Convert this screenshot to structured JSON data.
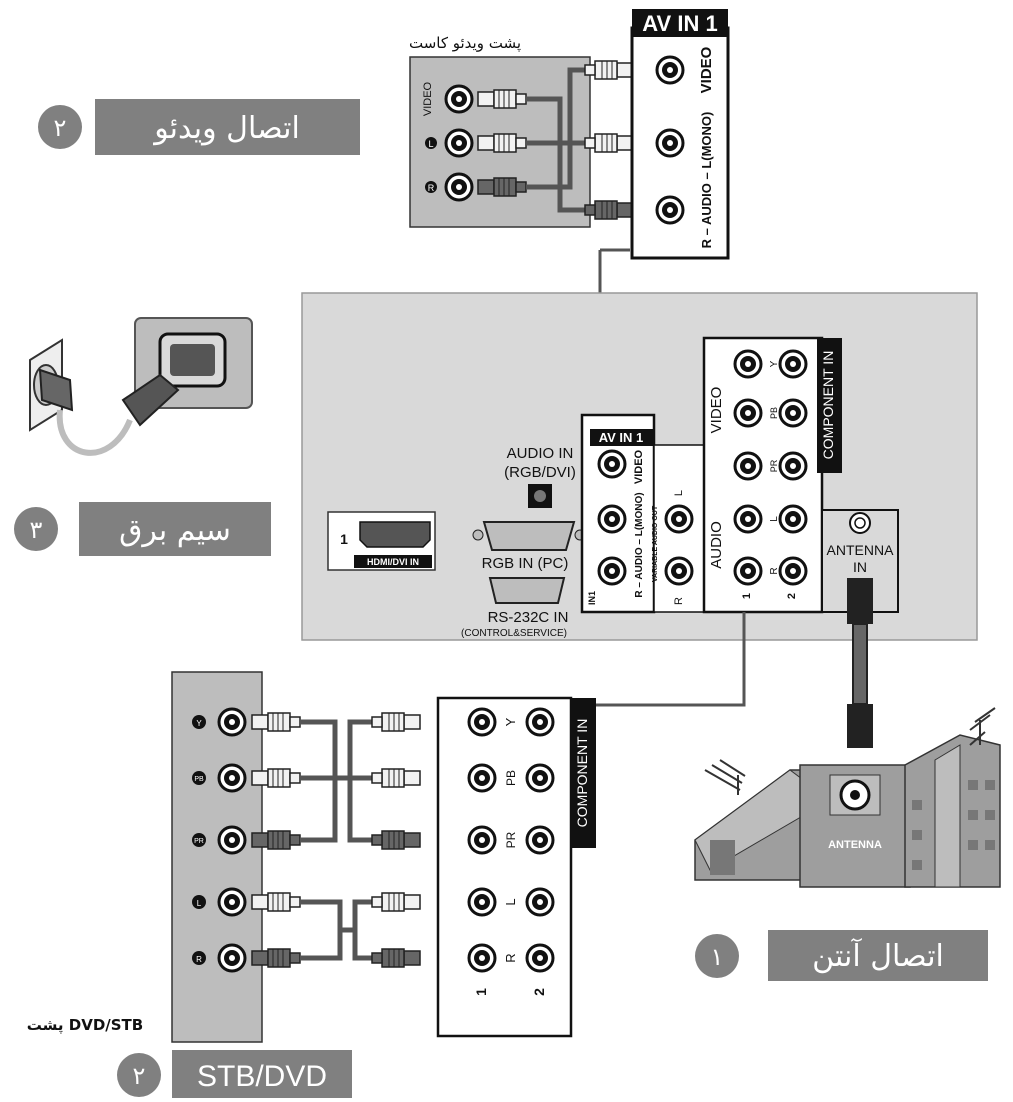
{
  "callouts": {
    "video": {
      "number": "۲",
      "title": "اتصال ویدئو"
    },
    "power": {
      "number": "۳",
      "title": "سیم برق"
    },
    "antenna": {
      "number": "۱",
      "title": "اتصال آنتن"
    },
    "stb": {
      "number": "۲",
      "title": "STB/DVD"
    }
  },
  "vcr": {
    "title": "پشت ویدئو کاست",
    "jacks": [
      "VIDEO",
      "L",
      "R"
    ]
  },
  "av_in_top": {
    "header": "AV IN 1",
    "video": "VIDEO",
    "audio": "R – AUDIO – L(MONO)"
  },
  "tv_panel": {
    "hdmi_number": "1",
    "hdmi_label": "HDMI/DVI IN",
    "audio_in": "AUDIO IN",
    "audio_in_sub": "(RGB/DVI)",
    "rgb_in": "RGB IN (PC)",
    "rs232": "RS-232C IN",
    "rs232_sub": "(CONTROL&SERVICE)",
    "av_in": "AV IN 1",
    "av_video": "VIDEO",
    "av_audio": "R – AUDIO – L(MONO)",
    "in1": "IN1",
    "variable_audio_out": "VARIABLE AUDIO OUT",
    "var_l": "L",
    "var_r": "R",
    "component_in": "COMPONENT IN",
    "comp_video": "VIDEO",
    "comp_audio": "AUDIO",
    "comp_y": "Y",
    "comp_pb": "PB",
    "comp_pr": "PR",
    "comp_l": "L",
    "comp_r": "R",
    "comp_col1": "1",
    "comp_col2": "2",
    "antenna_in": "ANTENNA",
    "antenna_in2": "IN"
  },
  "dvd": {
    "title": "پشت DVD/STB",
    "jacks": [
      "Y",
      "PB",
      "PR",
      "L",
      "R"
    ]
  },
  "component_box": {
    "header": "COMPONENT IN",
    "y": "Y",
    "pb": "PB",
    "pr": "PR",
    "l": "L",
    "r": "R",
    "col1": "1",
    "col2": "2"
  },
  "antenna_scene": {
    "label": "ANTENNA"
  },
  "colors": {
    "panel_gray": "#d9d9d9",
    "callout_gray": "#808080",
    "device_gray": "#bdbdbd",
    "cable_dark": "#555555",
    "cable_light": "#eeeeee"
  }
}
